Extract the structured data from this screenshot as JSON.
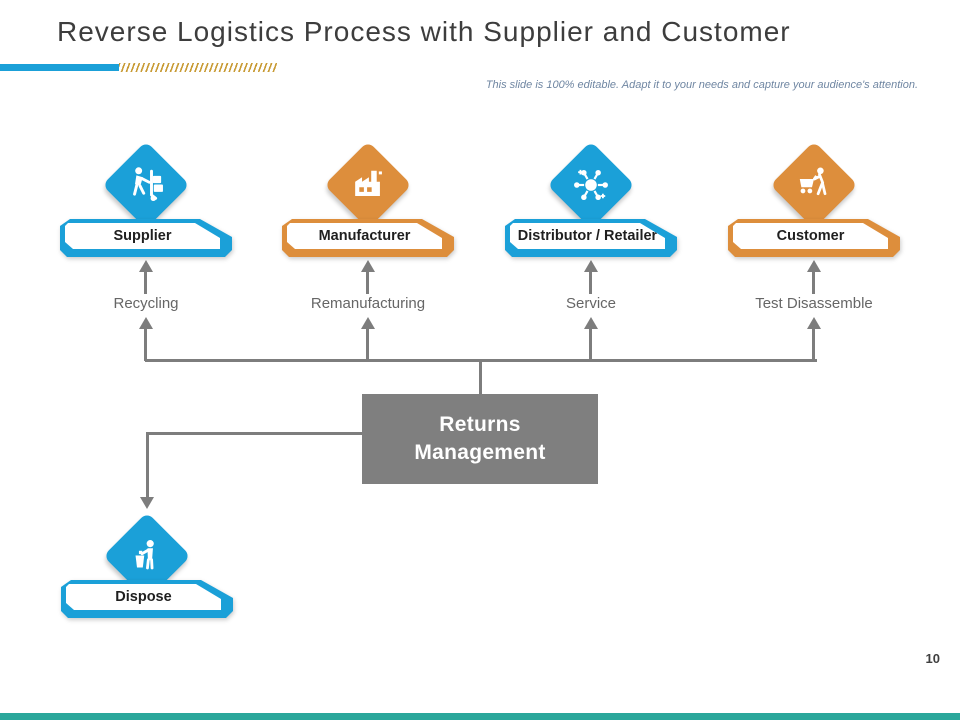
{
  "slide": {
    "title": "Reverse Logistics Process with Supplier and Customer",
    "subtitle": "This slide is 100% editable. Adapt it to your needs and capture your audience's attention.",
    "page_number": "10"
  },
  "colors": {
    "blue": "#1BA0D8",
    "orange": "#DD8E3C",
    "connector": "#7D7D7D",
    "returns": "#7F7F7F",
    "gold": "#C89B35",
    "footer": "#2AA79B",
    "title": "#3D3D3D",
    "subtext": "#6F86A2",
    "label": "#1F1F1F",
    "process": "#666666"
  },
  "nodes": [
    {
      "label": "Supplier",
      "process": "Recycling",
      "icon": "hand-truck-icon",
      "color": "#1BA0D8"
    },
    {
      "label": "Manufacturer",
      "process": "Remanufacturing",
      "icon": "factory-icon",
      "color": "#DD8E3C"
    },
    {
      "label": "Distributor / Retailer",
      "process": "Service",
      "icon": "network-icon",
      "color": "#1BA0D8"
    },
    {
      "label": "Customer",
      "process": "Test Disassemble",
      "icon": "shopping-cart-icon",
      "color": "#DD8E3C"
    }
  ],
  "returns_management": {
    "line1": "Returns",
    "line2": "Management"
  },
  "dispose": {
    "label": "Dispose",
    "icon": "trash-bin-icon",
    "color": "#1BA0D8"
  }
}
